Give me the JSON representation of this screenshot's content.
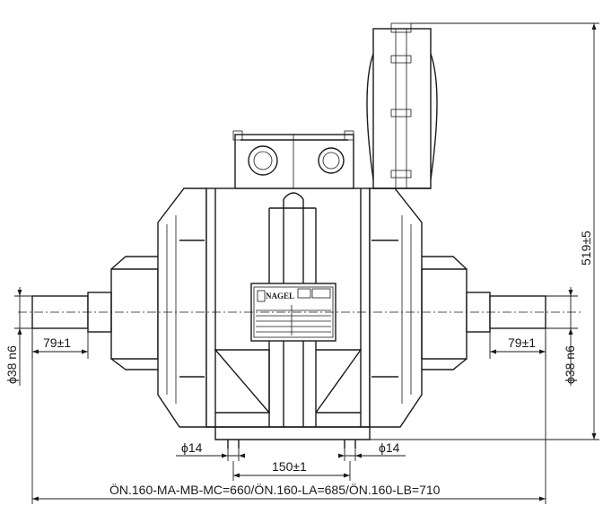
{
  "dimensions": {
    "shaft_length_left": "79±1",
    "shaft_length_right": "79±1",
    "shaft_diameter_left": "ϕ38 n6",
    "shaft_diameter_right": "ϕ38 n6",
    "overall_height": "519±5",
    "foot_hole_left": "ϕ14",
    "foot_hole_right": "ϕ14",
    "foot_hole_spacing": "150±1",
    "overall_length": "ÖN.160-MA-MB-MC=660/ÖN.160-LA=685/ÖN.160-LB=710"
  },
  "nameplate": {
    "brand": "NAGEL"
  }
}
